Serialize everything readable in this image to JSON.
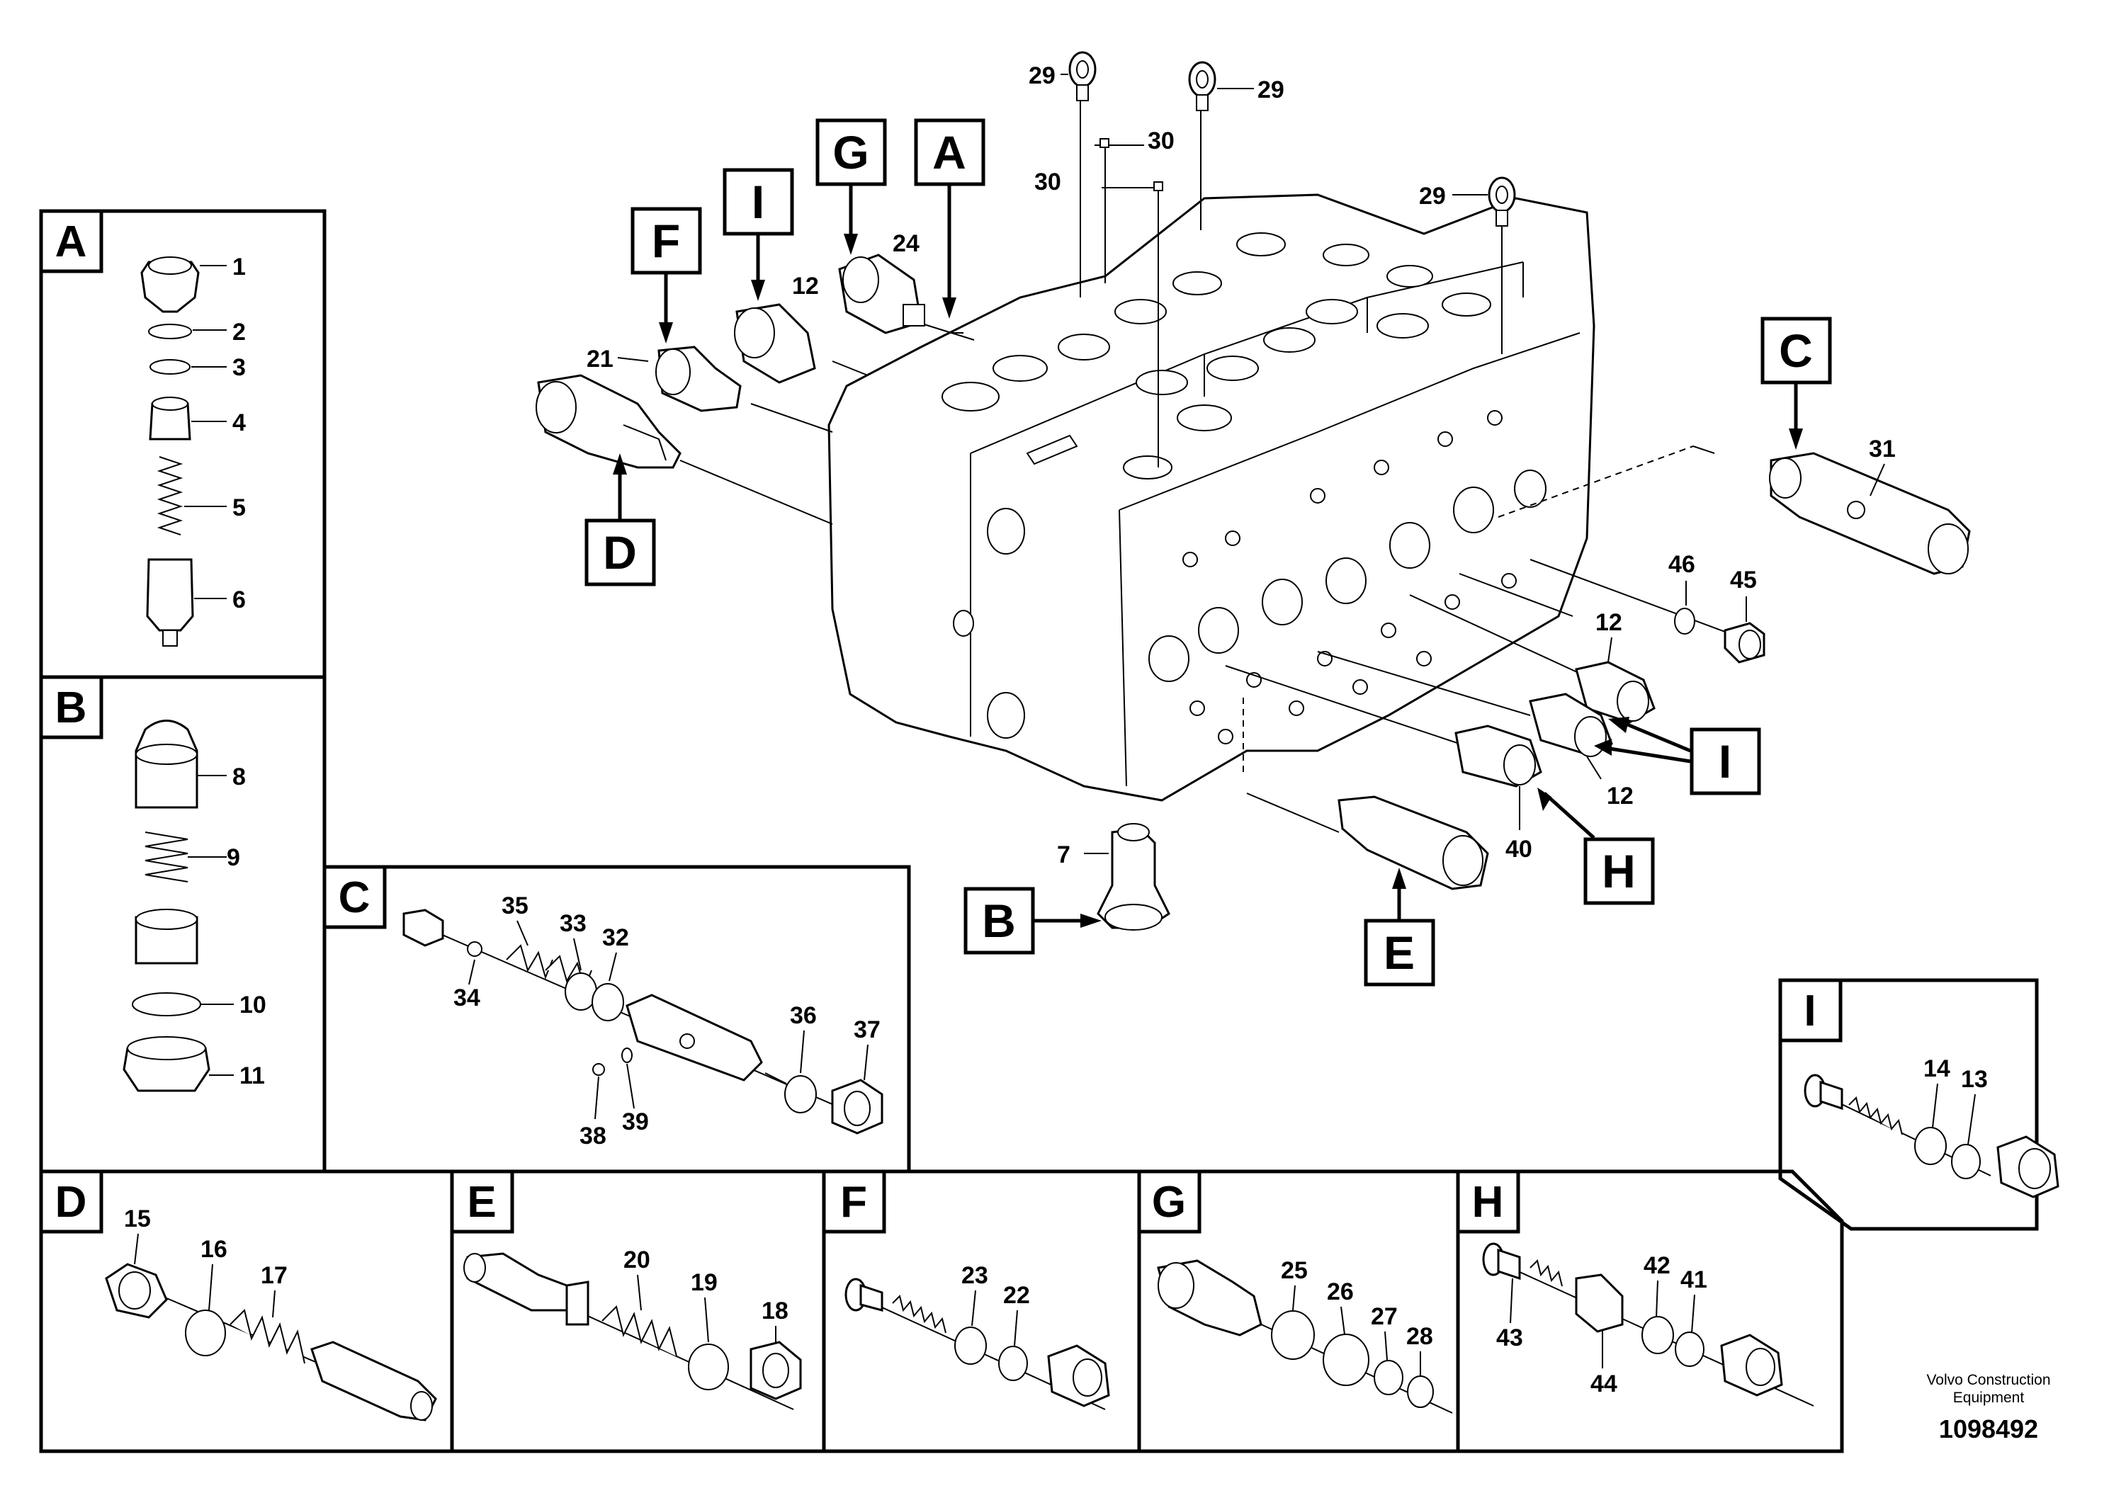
{
  "diagram": {
    "callouts": {
      "A": "A",
      "B": "B",
      "C": "C",
      "D": "D",
      "E": "E",
      "F": "F",
      "G": "G",
      "H": "H",
      "I_top": "I",
      "I_right": "I"
    },
    "main_labels": {
      "l29a": "29",
      "l29b": "29",
      "l29c": "29",
      "l30a": "30",
      "l30b": "30",
      "l24": "24",
      "l12a": "12",
      "l21": "21",
      "l31": "31",
      "l46": "46",
      "l45": "45",
      "l12b": "12",
      "l12c": "12",
      "l40": "40",
      "l7": "7"
    },
    "panels": {
      "A": {
        "letter": "A",
        "labels": [
          "1",
          "2",
          "3",
          "4",
          "5",
          "6"
        ]
      },
      "B": {
        "letter": "B",
        "labels": [
          "8",
          "9",
          "10",
          "11"
        ]
      },
      "C": {
        "letter": "C",
        "labels": [
          "35",
          "33",
          "32",
          "34",
          "36",
          "37",
          "38",
          "39"
        ]
      },
      "D": {
        "letter": "D",
        "labels": [
          "15",
          "16",
          "17"
        ]
      },
      "E": {
        "letter": "E",
        "labels": [
          "20",
          "19",
          "18"
        ]
      },
      "F": {
        "letter": "F",
        "labels": [
          "23",
          "22"
        ]
      },
      "G": {
        "letter": "G",
        "labels": [
          "25",
          "26",
          "27",
          "28"
        ]
      },
      "H": {
        "letter": "H",
        "labels": [
          "42",
          "41",
          "43",
          "44"
        ]
      },
      "I": {
        "letter": "I",
        "labels": [
          "14",
          "13"
        ]
      }
    },
    "footer": {
      "company_line1": "Volvo Construction",
      "company_line2": "Equipment",
      "part_number": "1098492"
    }
  }
}
